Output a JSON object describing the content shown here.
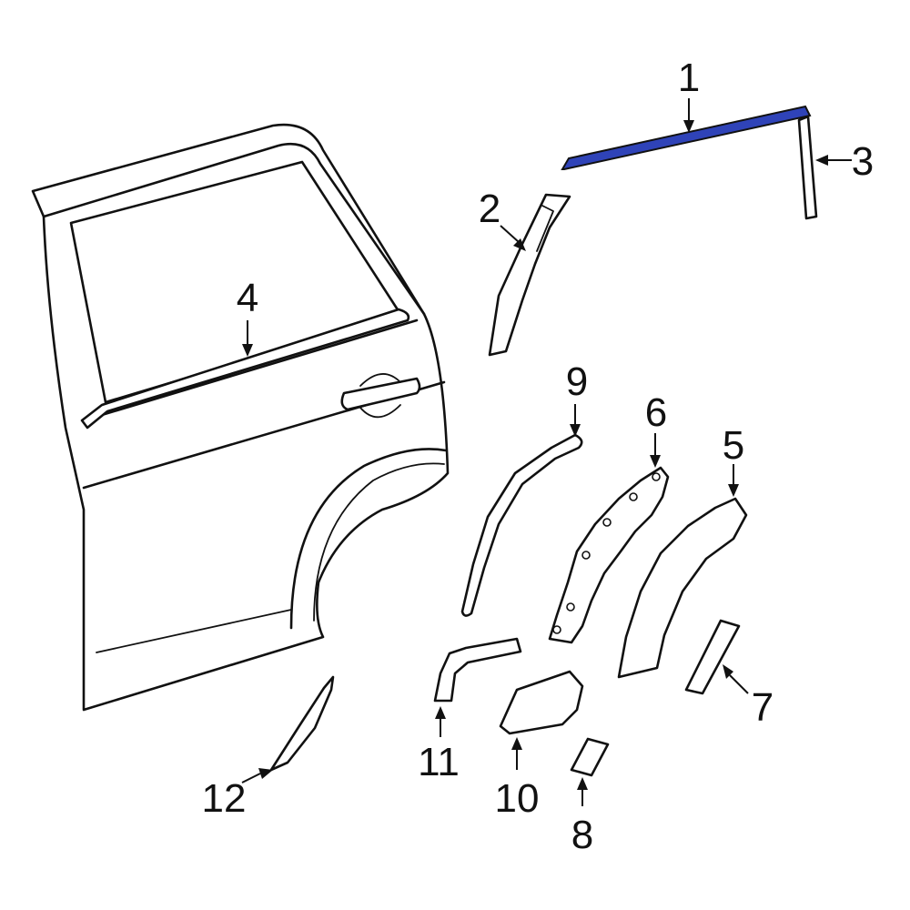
{
  "highlight_color": "#2f43b8",
  "outline_color": "#111111",
  "callouts": {
    "c1": "1",
    "c2": "2",
    "c3": "3",
    "c4": "4",
    "c5": "5",
    "c6": "6",
    "c7": "7",
    "c8": "8",
    "c9": "9",
    "c10": "10",
    "c11": "11",
    "c12": "12"
  }
}
